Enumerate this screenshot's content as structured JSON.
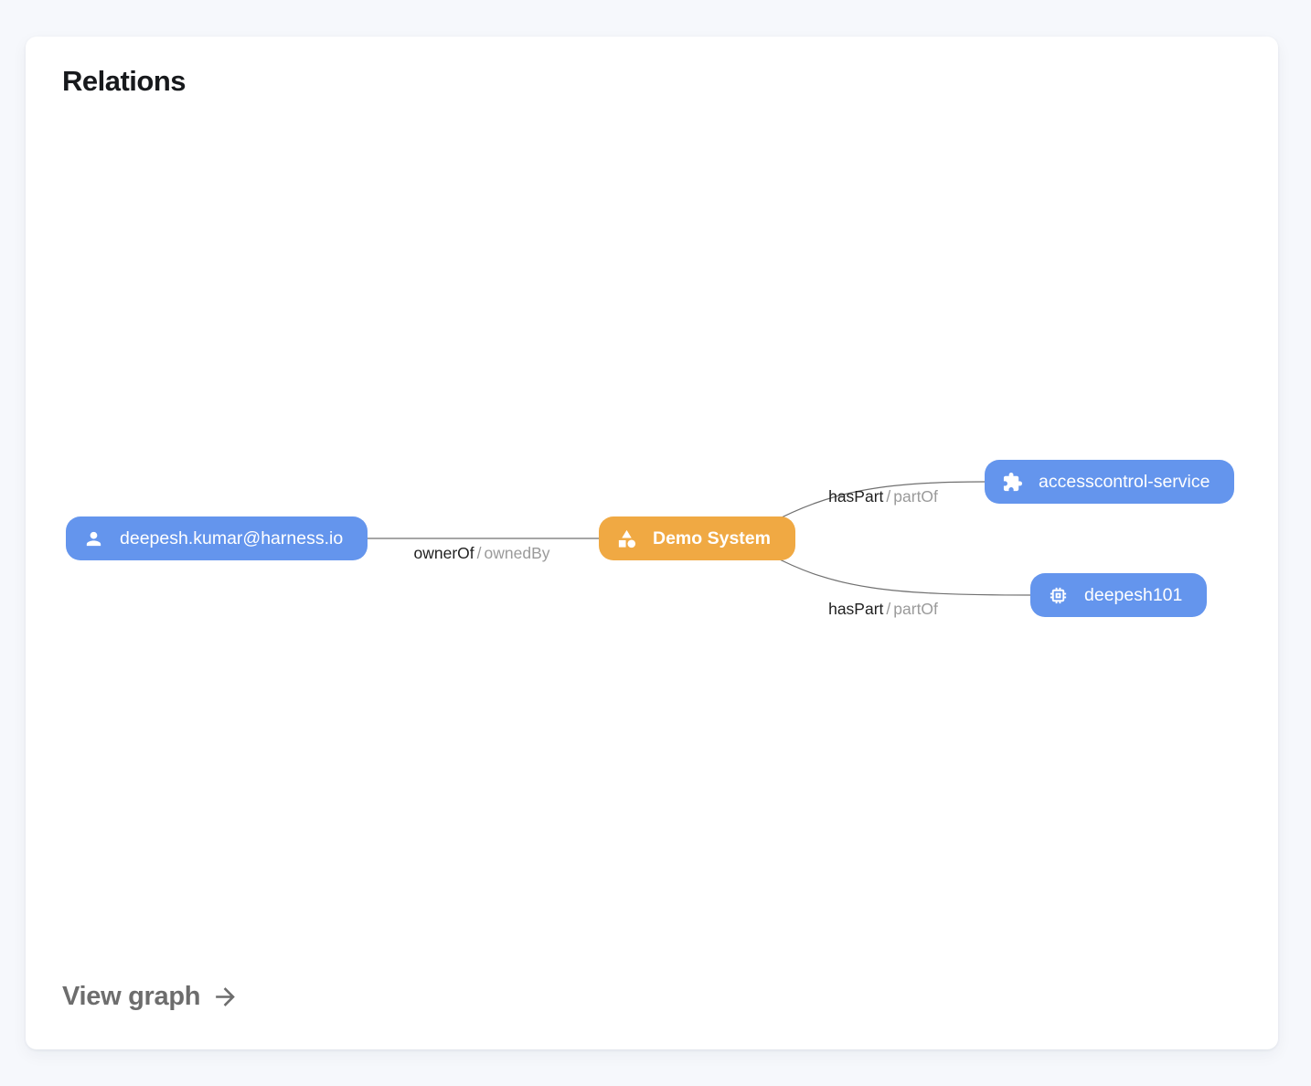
{
  "card": {
    "title": "Relations",
    "footer_link": {
      "label": "View graph",
      "icon": "arrow-right-icon"
    }
  },
  "colors": {
    "page_bg": "#F6F8FC",
    "card_bg": "#FFFFFF",
    "node_blue": "#6495ED",
    "node_orange": "#F0A943",
    "edge_line": "#707070",
    "label_primary": "#1F1F1F",
    "label_secondary": "#9A9A9A",
    "title_color": "#17191C",
    "footer_color": "#6D6D6D"
  },
  "graph": {
    "nodes": [
      {
        "id": "user",
        "label": "deepesh.kumar@harness.io",
        "icon": "person-icon",
        "color": "blue"
      },
      {
        "id": "system",
        "label": "Demo System",
        "icon": "category-icon",
        "color": "orange"
      },
      {
        "id": "service",
        "label": "accesscontrol-service",
        "icon": "extension-icon",
        "color": "blue"
      },
      {
        "id": "component",
        "label": "deepesh101",
        "icon": "memory-icon",
        "color": "blue"
      }
    ],
    "edges": [
      {
        "from": "user",
        "to": "system",
        "label_left": "ownerOf",
        "separator": "/",
        "label_right": "ownedBy"
      },
      {
        "from": "system",
        "to": "service",
        "label_left": "hasPart",
        "separator": "/",
        "label_right": "partOf"
      },
      {
        "from": "system",
        "to": "component",
        "label_left": "hasPart",
        "separator": "/",
        "label_right": "partOf"
      }
    ]
  }
}
